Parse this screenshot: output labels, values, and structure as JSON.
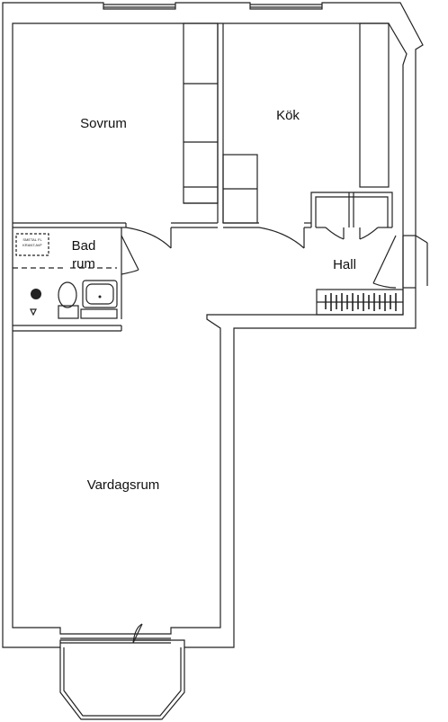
{
  "rooms": {
    "sovrum": "Sovrum",
    "kok": "Kök",
    "bad_line1": "Bad",
    "bad_line2": "rum",
    "hall": "Hall",
    "vardagsrum": "Vardagsrum"
  },
  "fixtures": {
    "tag_line1": "SMETAL FL",
    "tag_line2": "KRANT.AVF"
  }
}
